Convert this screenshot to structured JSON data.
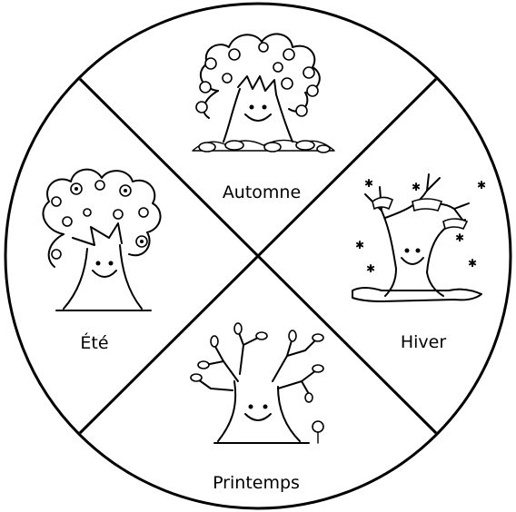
{
  "seasons": {
    "top": {
      "label": "Automne",
      "icon": "autumn-tree-icon"
    },
    "right": {
      "label": "Hiver",
      "icon": "winter-tree-icon"
    },
    "bottom": {
      "label": "Printemps",
      "icon": "spring-tree-icon"
    },
    "left": {
      "label": "Été",
      "icon": "summer-tree-icon"
    }
  },
  "colors": {
    "ink": "#000000",
    "paper": "#ffffff"
  }
}
